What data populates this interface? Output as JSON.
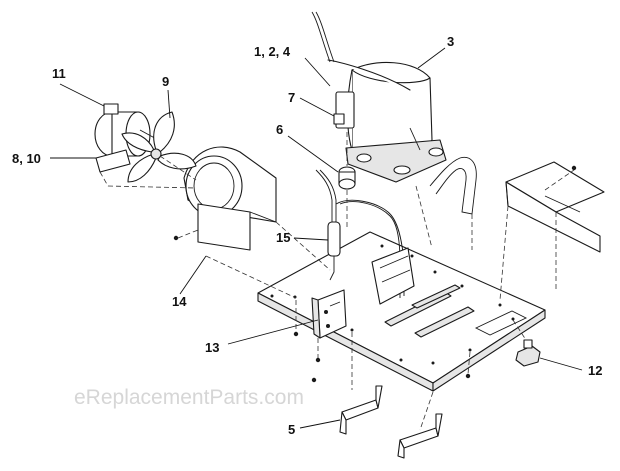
{
  "callouts": {
    "c_1_2_4": "1, 2, 4",
    "c_3": "3",
    "c_5": "5",
    "c_6": "6",
    "c_7": "7",
    "c_8_10": "8, 10",
    "c_9": "9",
    "c_11": "11",
    "c_12": "12",
    "c_13": "13",
    "c_14": "14",
    "c_15": "15"
  },
  "watermark": "eReplacementParts.com"
}
